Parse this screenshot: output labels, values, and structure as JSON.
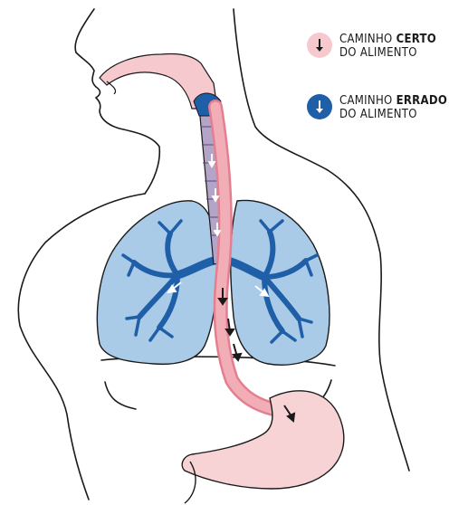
{
  "legend": {
    "right_path": {
      "line1_prefix": "CAMINHO ",
      "line1_emph": "CERTO",
      "line2": "DO ALIMENTO",
      "color": "#f6c9cf",
      "arrow_color": "#1a1a1a"
    },
    "wrong_path": {
      "line1_prefix": "CAMINHO ",
      "line1_emph": "ERRADO",
      "line2": "DO ALIMENTO",
      "color": "#1f5fa8",
      "arrow_color": "#ffffff"
    }
  },
  "colors": {
    "outline": "#1a1a1a",
    "lung_fill": "#a9cbe8",
    "bronchi": "#1f5fa8",
    "esophagus": "#f2aeb7",
    "esophagus_dark": "#e47f90",
    "trachea": "#b3a4c8",
    "stomach": "#f8d3d6"
  },
  "icons": {
    "right_badge": "down-arrow-icon",
    "wrong_badge": "down-arrow-icon"
  }
}
